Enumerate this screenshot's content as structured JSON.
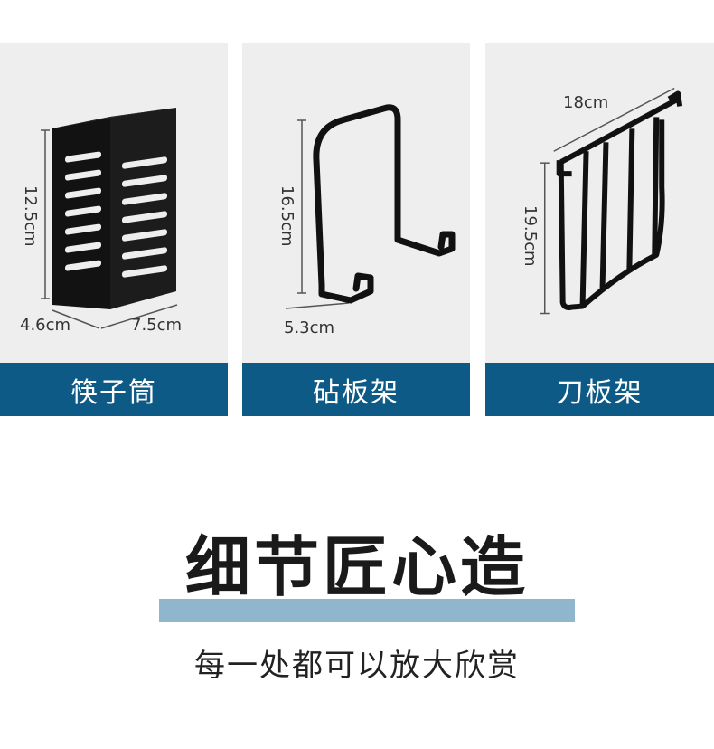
{
  "products": [
    {
      "name": "筷子筒",
      "height_label": "12.5cm",
      "depth_label": "4.6cm",
      "width_label": "7.5cm"
    },
    {
      "name": "砧板架",
      "height_label": "16.5cm",
      "width_label": "5.3cm"
    },
    {
      "name": "刀板架",
      "width_label": "18cm",
      "height_label": "19.5cm"
    }
  ],
  "headline": "细节匠心造",
  "subline": "每一处都可以放大欣赏",
  "colors": {
    "label_bar": "#0e5a87",
    "headline_band": "#8fb6cc",
    "card_bg": "#eeeeee",
    "product": "#111111"
  }
}
